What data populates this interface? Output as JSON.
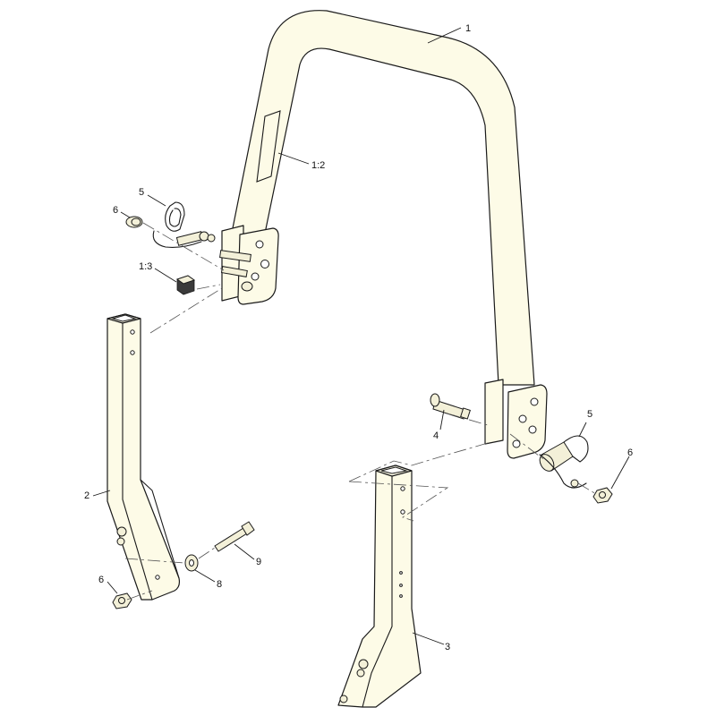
{
  "callouts": {
    "c1": "1",
    "c1_2": "1:2",
    "c1_3": "1:3",
    "c2": "2",
    "c3": "3",
    "c4": "4",
    "c5_left": "5",
    "c5_right": "5",
    "c6_upper_left": "6",
    "c6_right": "6",
    "c6_lower_left": "6",
    "c8": "8",
    "c9": "9"
  },
  "colors": {
    "part_fill": "#fdfbe7",
    "outline": "#1a1a1a"
  }
}
